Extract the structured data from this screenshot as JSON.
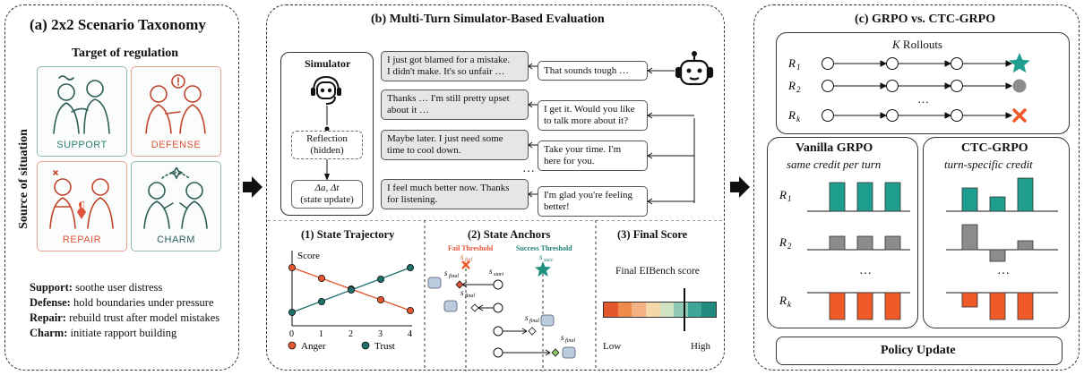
{
  "panel_a": {
    "title": "(a) 2x2 Scenario Taxonomy",
    "target_label": "Target of regulation",
    "source_label": "Source of situation",
    "tiles": [
      "SUPPORT",
      "DEFENSE",
      "REPAIR",
      "CHARM"
    ],
    "definitions": [
      {
        "term": "Support:",
        "text": " soothe user distress"
      },
      {
        "term": "Defense:",
        "text": " hold boundaries under pressure"
      },
      {
        "term": "Repair:",
        "text": " rebuild trust after model mistakes"
      },
      {
        "term": "Charm:",
        "text": " initiate rapport building"
      }
    ],
    "colors": {
      "teal": "#2e7d74",
      "red": "#e0553a"
    }
  },
  "panel_b": {
    "title": "(b) Multi-Turn Simulator-Based Evaluation",
    "simulator": {
      "label": "Simulator",
      "reflection_line1": "Reflection",
      "reflection_line2": "(hidden)",
      "update_line1": "Δa, Δt",
      "update_line2": "(state update)"
    },
    "user_messages": [
      [
        "I just got blamed for a mistake.",
        "I didn't make. It's so unfair …"
      ],
      [
        "Thanks … I'm still pretty upset",
        "about it …"
      ],
      [
        "Maybe later. I just need some",
        "time to cool down."
      ],
      [
        "I feel much better now. Thanks",
        "for listening."
      ]
    ],
    "bot_messages": [
      [
        "That sounds tough …"
      ],
      [
        "I get it. Would you like",
        "to talk more about it?"
      ],
      [
        "Take your time. I'm",
        "here for you."
      ],
      [
        "I'm glad you're feeling",
        "better!"
      ]
    ],
    "ellipsis": "…",
    "trajectory": {
      "title": "(1) State Trajectory",
      "ylabel": "Score",
      "xticks": [
        "0",
        "1",
        "2",
        "3",
        "4"
      ],
      "legend": [
        "Anger",
        "Trust"
      ]
    },
    "anchors": {
      "title": "(2) State Anchors",
      "fail_label": "Fail Threshold",
      "success_label": "Success Threshold",
      "s_fail": "s",
      "s_fail_sub": "fail",
      "s_succ": "s",
      "s_succ_sub": "succ",
      "s_start": "s",
      "s_start_sub": "start",
      "s_final": "s",
      "s_final_sub": "final"
    },
    "final_score": {
      "title": "(3) Final Score",
      "caption": "Final EIBench score",
      "low": "Low",
      "high": "High",
      "gradient": [
        "#e4572e",
        "#f08a4b",
        "#f4b183",
        "#f6d7a7",
        "#cfe3c3",
        "#8fc8b5",
        "#3fa598",
        "#22897e"
      ]
    },
    "colors": {
      "anger": "#e4572e",
      "trust": "#1f6f6b"
    }
  },
  "panel_c": {
    "title": "(c) GRPO vs. CTC-GRPO",
    "rollouts_title_k": "K",
    "rollouts_title_rest": " Rollouts",
    "rollouts": [
      {
        "label": "R",
        "sub": "1",
        "outcome": "star"
      },
      {
        "label": "R",
        "sub": "2",
        "outcome": "circle"
      },
      {
        "label": "R",
        "sub": "k",
        "outcome": "cross"
      }
    ],
    "rollout_ellipsis": "…",
    "vanilla": {
      "title": "Vanilla GRPO",
      "subtitle": "same credit per turn"
    },
    "ctc": {
      "title": "CTC-GRPO",
      "subtitle": "turn-specific credit"
    },
    "row_labels": [
      {
        "label": "R",
        "sub": "1"
      },
      {
        "label": "R",
        "sub": "2"
      },
      {
        "label": "R",
        "sub": "k"
      }
    ],
    "dots": "…",
    "policy_update": "Policy Update",
    "colors": {
      "teal": "#1f9e8f",
      "gray": "#8c8c8c",
      "orange": "#f05a28",
      "star": "#1f9e8f",
      "cross": "#f05a28"
    }
  }
}
